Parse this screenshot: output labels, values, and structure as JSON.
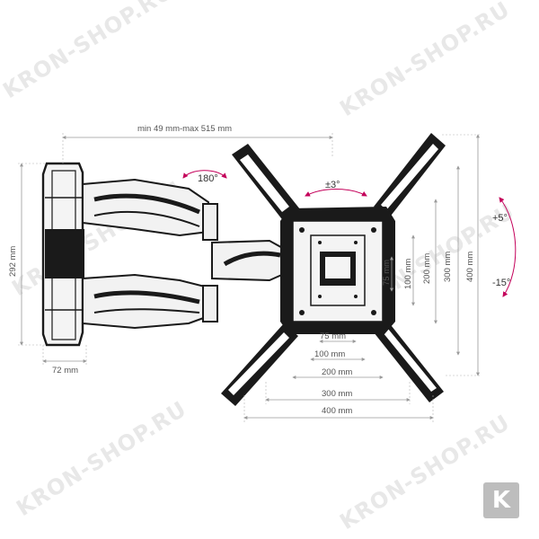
{
  "watermark": {
    "text": "KRON-SHOP.RU"
  },
  "dimensions": {
    "arm_reach": "min 49 mm-max 515 mm",
    "height_292": "292 mm",
    "depth_72": "72 mm",
    "vesa_h_75": "75 mm",
    "vesa_h_100": "100 mm",
    "vesa_h_200": "200 mm",
    "vesa_h_300": "300 mm",
    "vesa_h_400": "400 mm",
    "vesa_v_75": "75 mm",
    "vesa_v_100": "100 mm",
    "vesa_v_200": "200 mm",
    "vesa_v_300": "300 mm",
    "vesa_v_400": "400 mm"
  },
  "rotations": {
    "swivel": "180°",
    "rotate": "±3°",
    "tilt_up": "+5°",
    "tilt_down": "-15°"
  },
  "logo": {
    "letter": "K"
  },
  "colors": {
    "accent": "#c4005a",
    "bracket": "#1a1a1a",
    "dimension": "#9a9a9a"
  }
}
